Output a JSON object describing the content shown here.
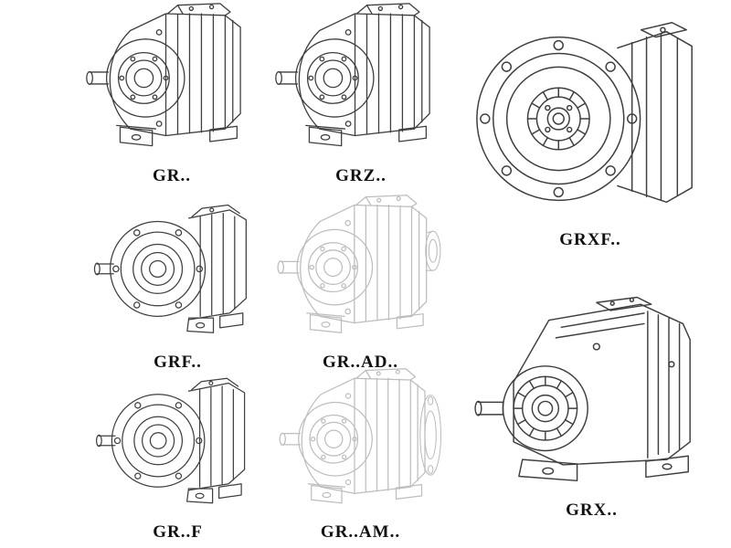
{
  "page": {
    "background": "#ffffff"
  },
  "colors": {
    "line": "#3f3f3f",
    "phantom": "#bdbdbd",
    "label": "#111111"
  },
  "products": [
    {
      "label": "GR..",
      "style": "foot-mounted helical gear unit"
    },
    {
      "label": "GRZ..",
      "style": "foot-mounted helical gear unit"
    },
    {
      "label": "GRXF..",
      "style": "flange-mounted helical gear unit"
    },
    {
      "label": "GRF..",
      "style": "flange + foot helical gear unit"
    },
    {
      "label": "GR..AD..",
      "style": "helical gear unit with input adapter (phantom view)"
    },
    {
      "label": "GR..F",
      "style": "flange + foot helical gear unit"
    },
    {
      "label": "GR..AM..",
      "style": "helical gear unit with motor flange (phantom view)"
    },
    {
      "label": "GRX..",
      "style": "large foot-mounted helical gear unit"
    }
  ]
}
